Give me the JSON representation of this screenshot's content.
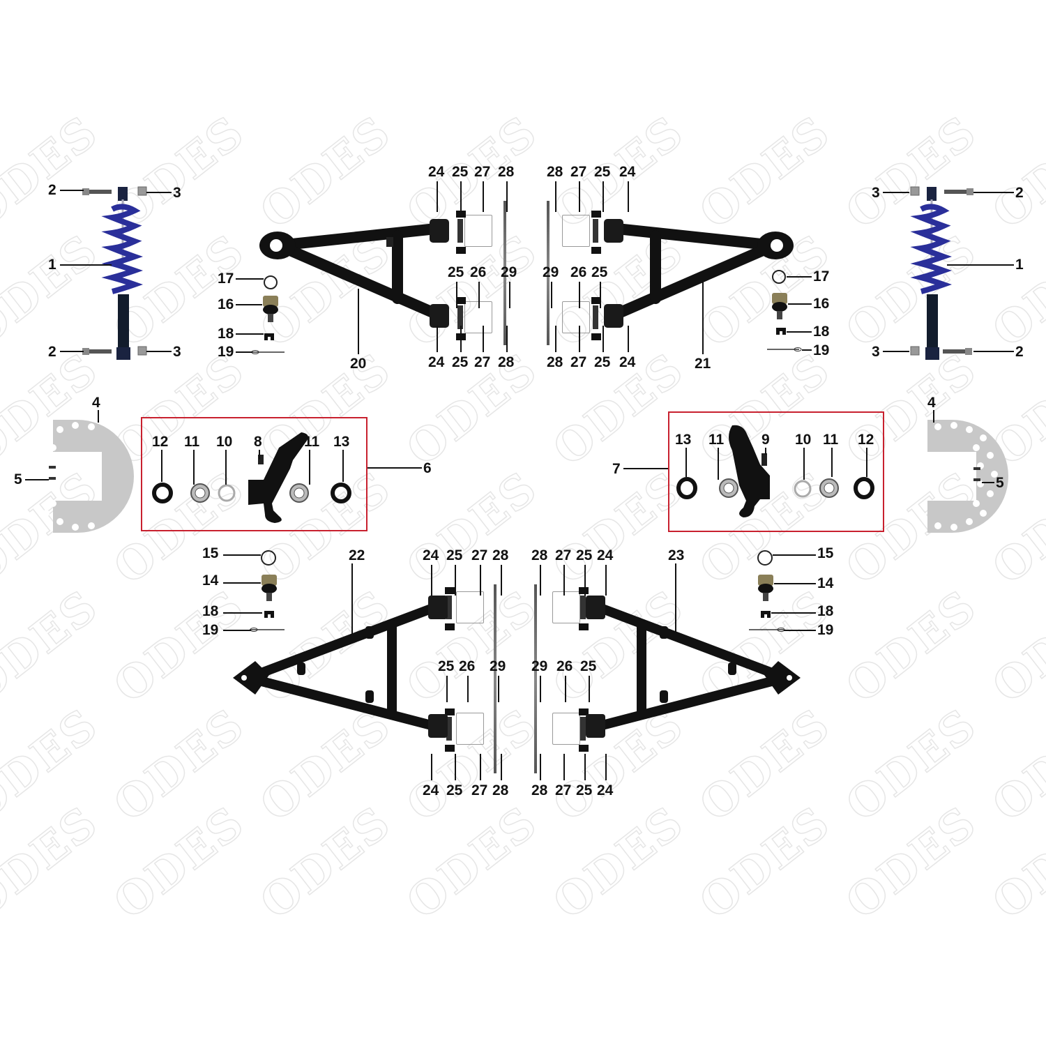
{
  "watermark": {
    "text": "ODES",
    "color": "#e6e6e6"
  },
  "colors": {
    "spring": "#2a2f9a",
    "arm": "#111111",
    "kit_box": "#c8202e",
    "brake_disc": "#c8c8c8",
    "label": "#111111"
  },
  "labels": {
    "shock_left": {
      "body": "1",
      "bolt_top": "2",
      "nut_top": "3",
      "bolt_bottom": "2",
      "nut_bottom": "3"
    },
    "shock_right": {
      "body": "1",
      "bolt_top": "2",
      "nut_top": "3",
      "bolt_bottom": "2",
      "nut_bottom": "3"
    },
    "upper_left": {
      "arm": "20",
      "circlip": "17",
      "ball_joint": "16",
      "castle_nut": "18",
      "cotter_pin": "19"
    },
    "upper_right": {
      "arm": "21",
      "circlip": "17",
      "ball_joint": "16",
      "castle_nut": "18",
      "cotter_pin": "19"
    },
    "lower_left": {
      "arm": "22",
      "circlip": "15",
      "ball_joint": "14",
      "castle_nut": "18",
      "cotter_pin": "19"
    },
    "lower_right": {
      "arm": "23",
      "circlip": "15",
      "ball_joint": "14",
      "castle_nut": "18",
      "cotter_pin": "19"
    },
    "brake_disc_left": {
      "disc": "4",
      "bolt": "5"
    },
    "brake_disc_right": {
      "disc": "4",
      "bolt": "5"
    },
    "knuckle_kit_left": {
      "kit": "6",
      "items": [
        "12",
        "11",
        "10",
        "8",
        "11",
        "13"
      ]
    },
    "knuckle_kit_right": {
      "kit": "7",
      "items": [
        "13",
        "11",
        "9",
        "10",
        "11",
        "12"
      ]
    },
    "bushing_upper_left": {
      "top": [
        "24",
        "25",
        "27",
        "28"
      ],
      "mid": [
        "25",
        "26",
        "29"
      ],
      "bottom": [
        "24",
        "25",
        "27",
        "28"
      ]
    },
    "bushing_upper_right": {
      "top": [
        "28",
        "27",
        "25",
        "24"
      ],
      "mid": [
        "29",
        "26",
        "25"
      ],
      "bottom": [
        "28",
        "27",
        "25",
        "24"
      ]
    },
    "bushing_lower_left": {
      "top": [
        "24",
        "25",
        "27",
        "28"
      ],
      "mid": [
        "25",
        "26",
        "29"
      ],
      "bottom": [
        "24",
        "25",
        "27",
        "28"
      ]
    },
    "bushing_lower_right": {
      "top": [
        "28",
        "27",
        "25",
        "24"
      ],
      "mid": [
        "29",
        "26",
        "25"
      ],
      "bottom": [
        "28",
        "27",
        "25",
        "24"
      ]
    }
  }
}
